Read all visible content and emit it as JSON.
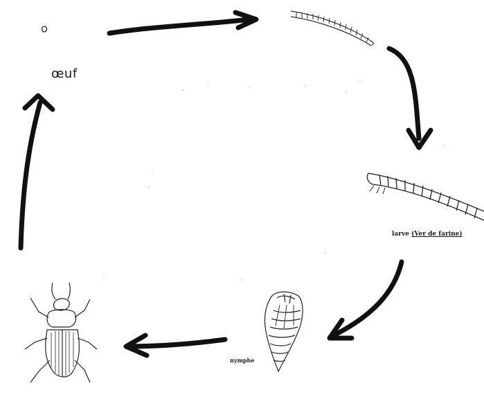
{
  "diagram": {
    "stages": {
      "egg": {
        "label": "œuf"
      },
      "larva": {
        "label_prefix": "larve",
        "label_common": "(Ver de farine)"
      },
      "pupa": {
        "label": "nymphe"
      },
      "adult": {
        "label": ""
      }
    },
    "colors": {
      "ink": "#111111",
      "paper": "#ffffff"
    },
    "icons": [
      "egg-icon",
      "young-larva-icon",
      "larva-icon",
      "pupa-icon",
      "adult-beetle-icon",
      "cycle-arrow-icon"
    ]
  }
}
